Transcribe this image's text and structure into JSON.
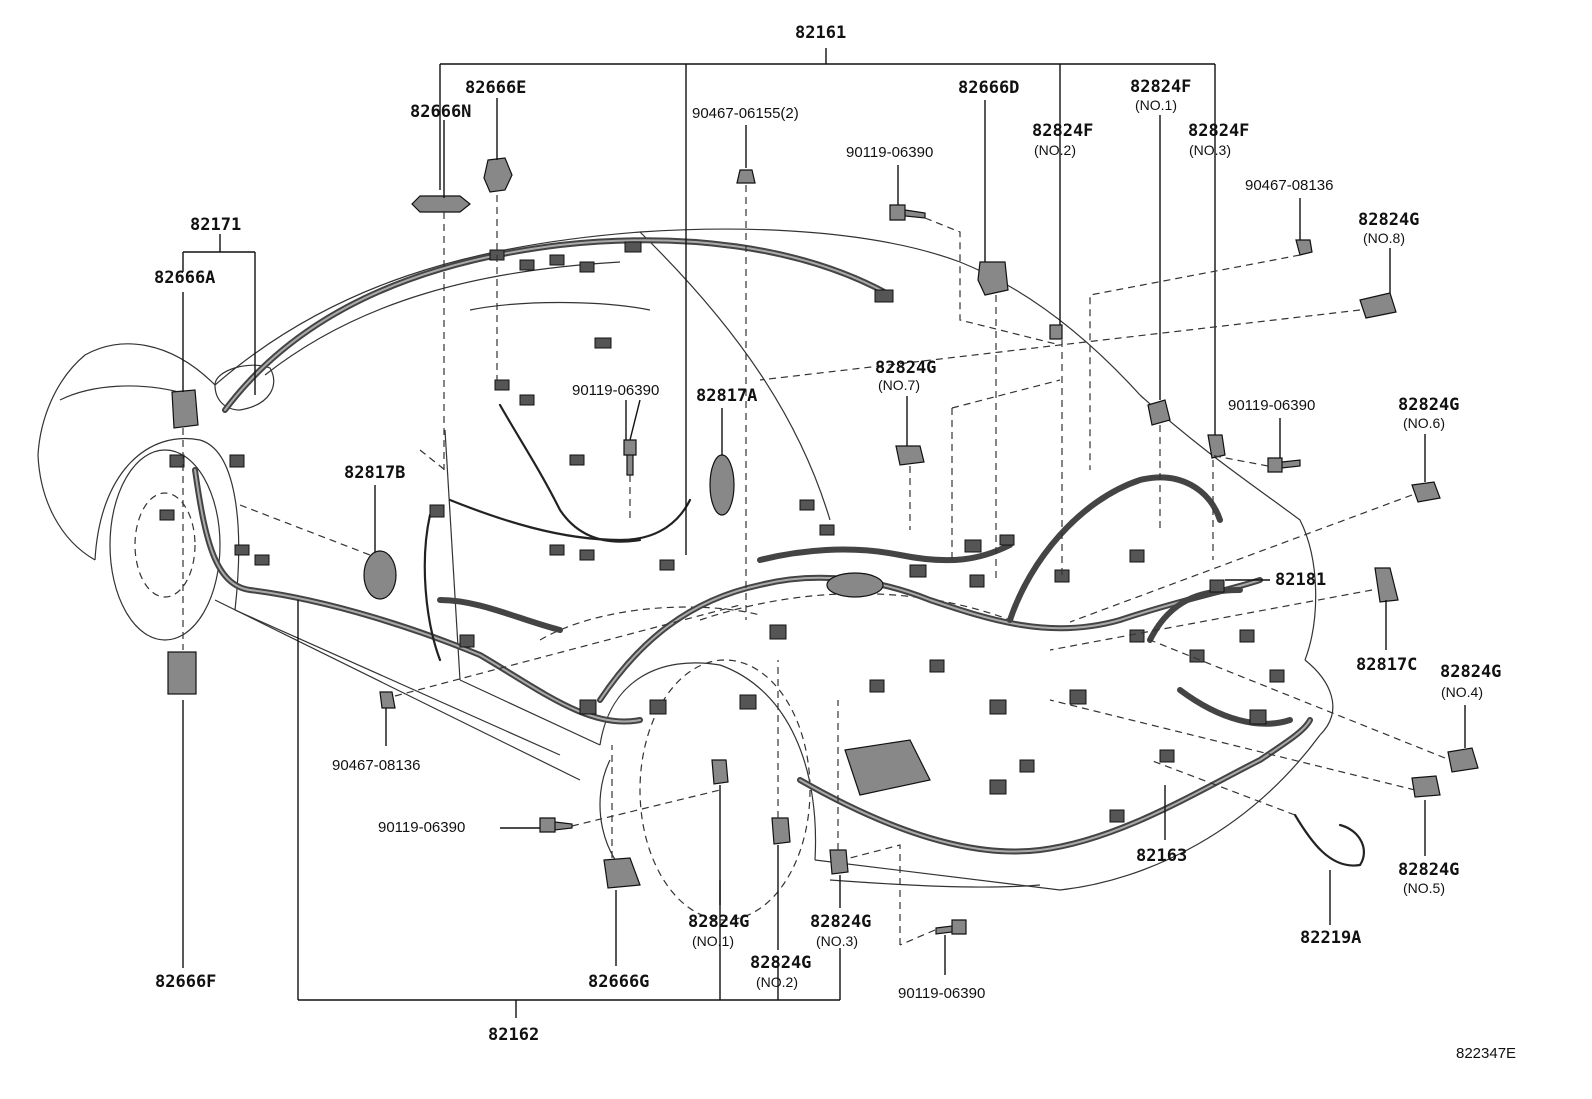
{
  "labels": {
    "p82161": "82161",
    "p82666E": "82666E",
    "p82666N": "82666N",
    "p90467_06155": "90467-06155(2)",
    "p82666D": "82666D",
    "p82824F_no1": "82824F",
    "p82824F_no1_sub": "(NO.1)",
    "p82824F_no2": "82824F",
    "p82824F_no2_sub": "(NO.2)",
    "p82824F_no3": "82824F",
    "p82824F_no3_sub": "(NO.3)",
    "p90119_06390_top": "90119-06390",
    "p90467_08136_top": "90467-08136",
    "p82824G_no8": "82824G",
    "p82824G_no8_sub": "(NO.8)",
    "p82171": "82171",
    "p82666A": "82666A",
    "p90119_06390_mid": "90119-06390",
    "p82817A": "82817A",
    "p82824G_no7": "82824G",
    "p82824G_no7_sub": "(NO.7)",
    "p90119_06390_right": "90119-06390",
    "p82824G_no6": "82824G",
    "p82824G_no6_sub": "(NO.6)",
    "p82817B": "82817B",
    "p82181": "82181",
    "p82817C": "82817C",
    "p82824G_no4": "82824G",
    "p82824G_no4_sub": "(NO.4)",
    "p90467_08136_left": "90467-08136",
    "p90119_06390_left": "90119-06390",
    "p82163": "82163",
    "p82824G_no5": "82824G",
    "p82824G_no5_sub": "(NO.5)",
    "p82219A": "82219A",
    "p82824G_no1": "82824G",
    "p82824G_no1_sub": "(NO.1)",
    "p82824G_no3": "82824G",
    "p82824G_no3_sub": "(NO.3)",
    "p82824G_no2": "82824G",
    "p82824G_no2_sub": "(NO.2)",
    "p82666F": "82666F",
    "p82666G": "82666G",
    "p90119_06390_bottom": "90119-06390",
    "p82162": "82162"
  },
  "figure_ref": "822347E"
}
